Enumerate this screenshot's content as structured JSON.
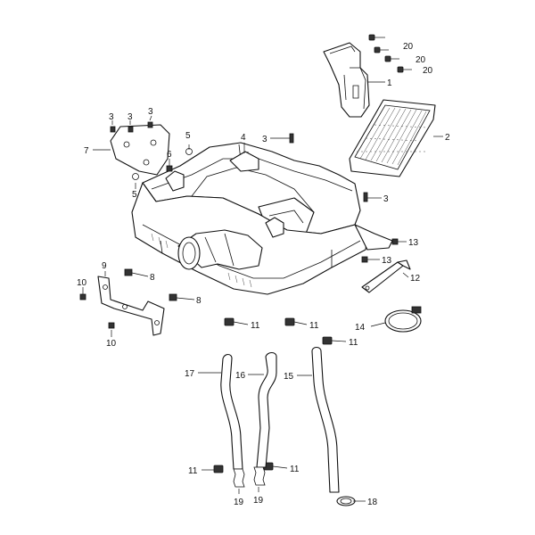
{
  "callouts": [
    {
      "id": "c1",
      "text": "1"
    },
    {
      "id": "c2",
      "text": "2"
    },
    {
      "id": "c3a",
      "text": "3"
    },
    {
      "id": "c3b",
      "text": "3"
    },
    {
      "id": "c3c",
      "text": "3"
    },
    {
      "id": "c3d",
      "text": "3"
    },
    {
      "id": "c3e",
      "text": "3"
    },
    {
      "id": "c4",
      "text": "4"
    },
    {
      "id": "c5a",
      "text": "5"
    },
    {
      "id": "c5b",
      "text": "5"
    },
    {
      "id": "c6",
      "text": "6"
    },
    {
      "id": "c7",
      "text": "7"
    },
    {
      "id": "c8a",
      "text": "8"
    },
    {
      "id": "c8b",
      "text": "8"
    },
    {
      "id": "c9",
      "text": "9"
    },
    {
      "id": "c10a",
      "text": "10"
    },
    {
      "id": "c10b",
      "text": "10"
    },
    {
      "id": "c11a",
      "text": "11"
    },
    {
      "id": "c11b",
      "text": "11"
    },
    {
      "id": "c11c",
      "text": "11"
    },
    {
      "id": "c11d",
      "text": "11"
    },
    {
      "id": "c11e",
      "text": "11"
    },
    {
      "id": "c12",
      "text": "12"
    },
    {
      "id": "c13a",
      "text": "13"
    },
    {
      "id": "c13b",
      "text": "13"
    },
    {
      "id": "c14",
      "text": "14"
    },
    {
      "id": "c15",
      "text": "15"
    },
    {
      "id": "c16",
      "text": "16"
    },
    {
      "id": "c17",
      "text": "17"
    },
    {
      "id": "c18",
      "text": "18"
    },
    {
      "id": "c19a",
      "text": "19"
    },
    {
      "id": "c19b",
      "text": "19"
    },
    {
      "id": "c20a",
      "text": "20"
    },
    {
      "id": "c20b",
      "text": "20"
    },
    {
      "id": "c20c",
      "text": "20"
    }
  ]
}
